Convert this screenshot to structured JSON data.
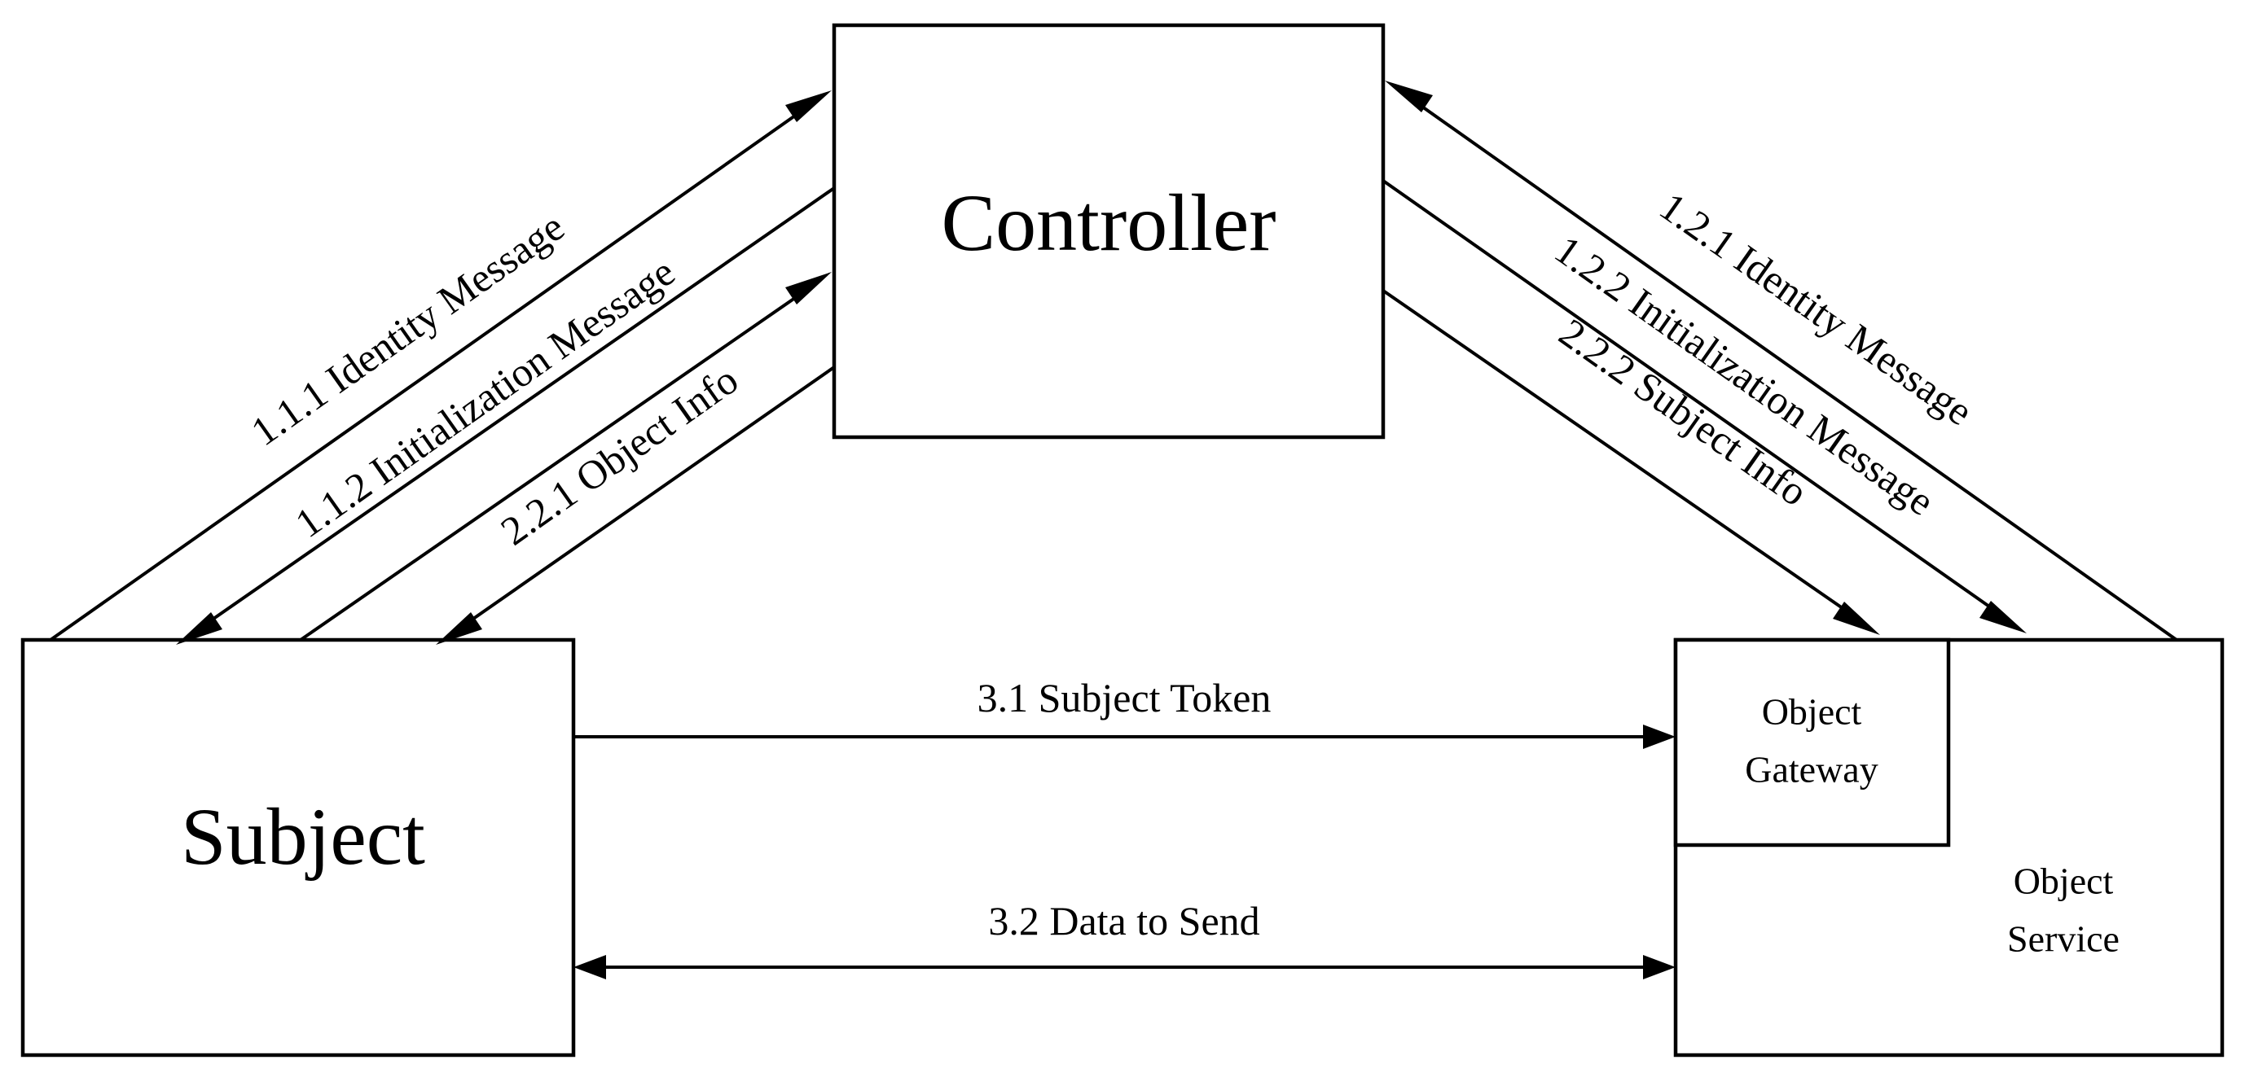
{
  "nodes": {
    "controller": "Controller",
    "subject": "Subject",
    "object_gateway": [
      "Object",
      "Gateway"
    ],
    "object_service": [
      "Object",
      "Service"
    ]
  },
  "edges": {
    "e111": "1.1.1 Identity Message",
    "e112": "1.1.2 Initialization Message",
    "e221": "2.2.1 Object Info",
    "e121": "1.2.1 Identity Message",
    "e122": "1.2.2 Initialization Message",
    "e222": "2.2.2 Subject Info",
    "e31": "3.1 Subject Token",
    "e32": "3.2 Data to Send"
  }
}
